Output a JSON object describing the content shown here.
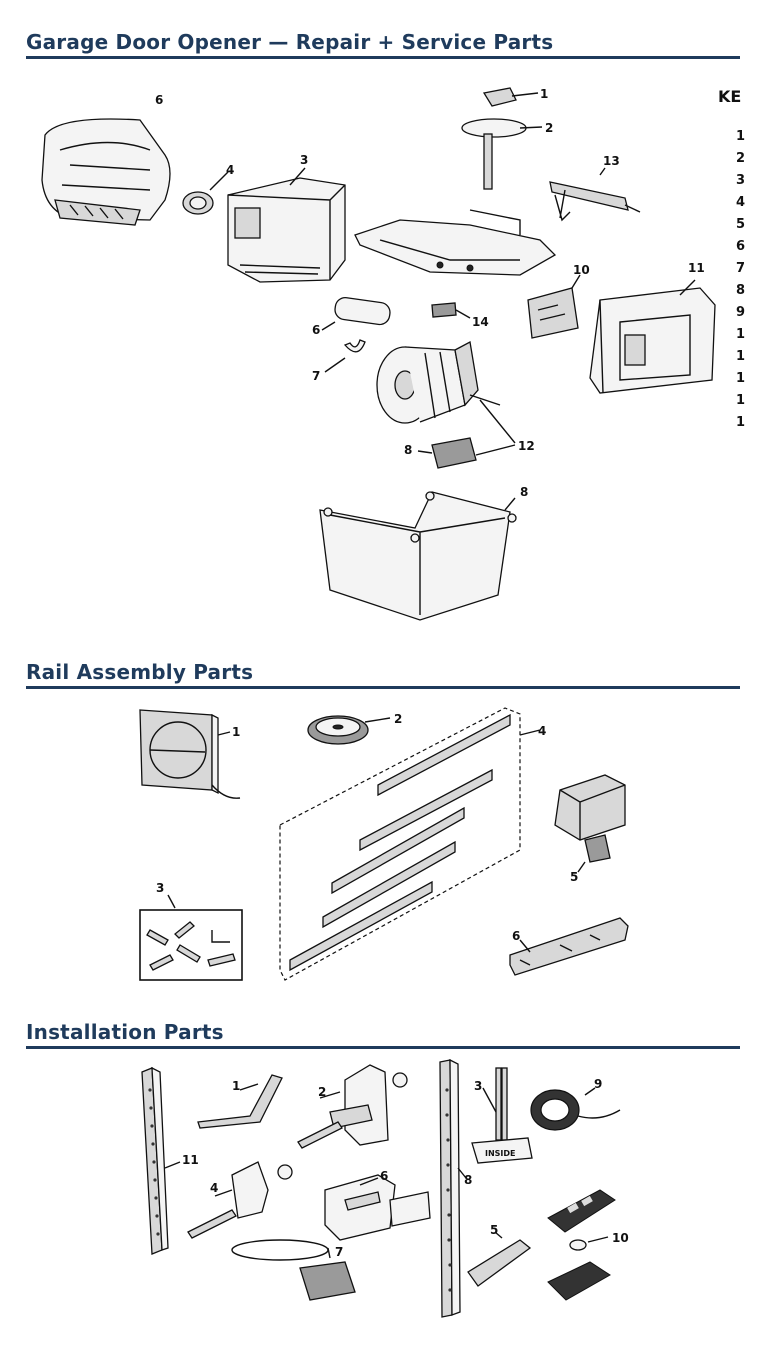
{
  "sections": {
    "opener": {
      "title": "Garage Door Opener — Repair + Service Parts",
      "key_label": "KE",
      "callouts": [
        "1",
        "2",
        "3",
        "4",
        "6",
        "6",
        "7",
        "8",
        "8",
        "10",
        "11",
        "12",
        "13",
        "14"
      ],
      "key_numbers": [
        "1",
        "2",
        "3",
        "4",
        "5",
        "6",
        "7",
        "8",
        "9",
        "1",
        "1",
        "1",
        "1",
        "1"
      ]
    },
    "rail": {
      "title": "Rail Assembly Parts",
      "callouts": [
        "1",
        "2",
        "3",
        "4",
        "5",
        "6"
      ]
    },
    "installation": {
      "title": "Installation Parts",
      "callouts": [
        "1",
        "2",
        "3",
        "4",
        "5",
        "6",
        "7",
        "8",
        "9",
        "10",
        "11"
      ],
      "sign_text": "INSIDE"
    }
  }
}
